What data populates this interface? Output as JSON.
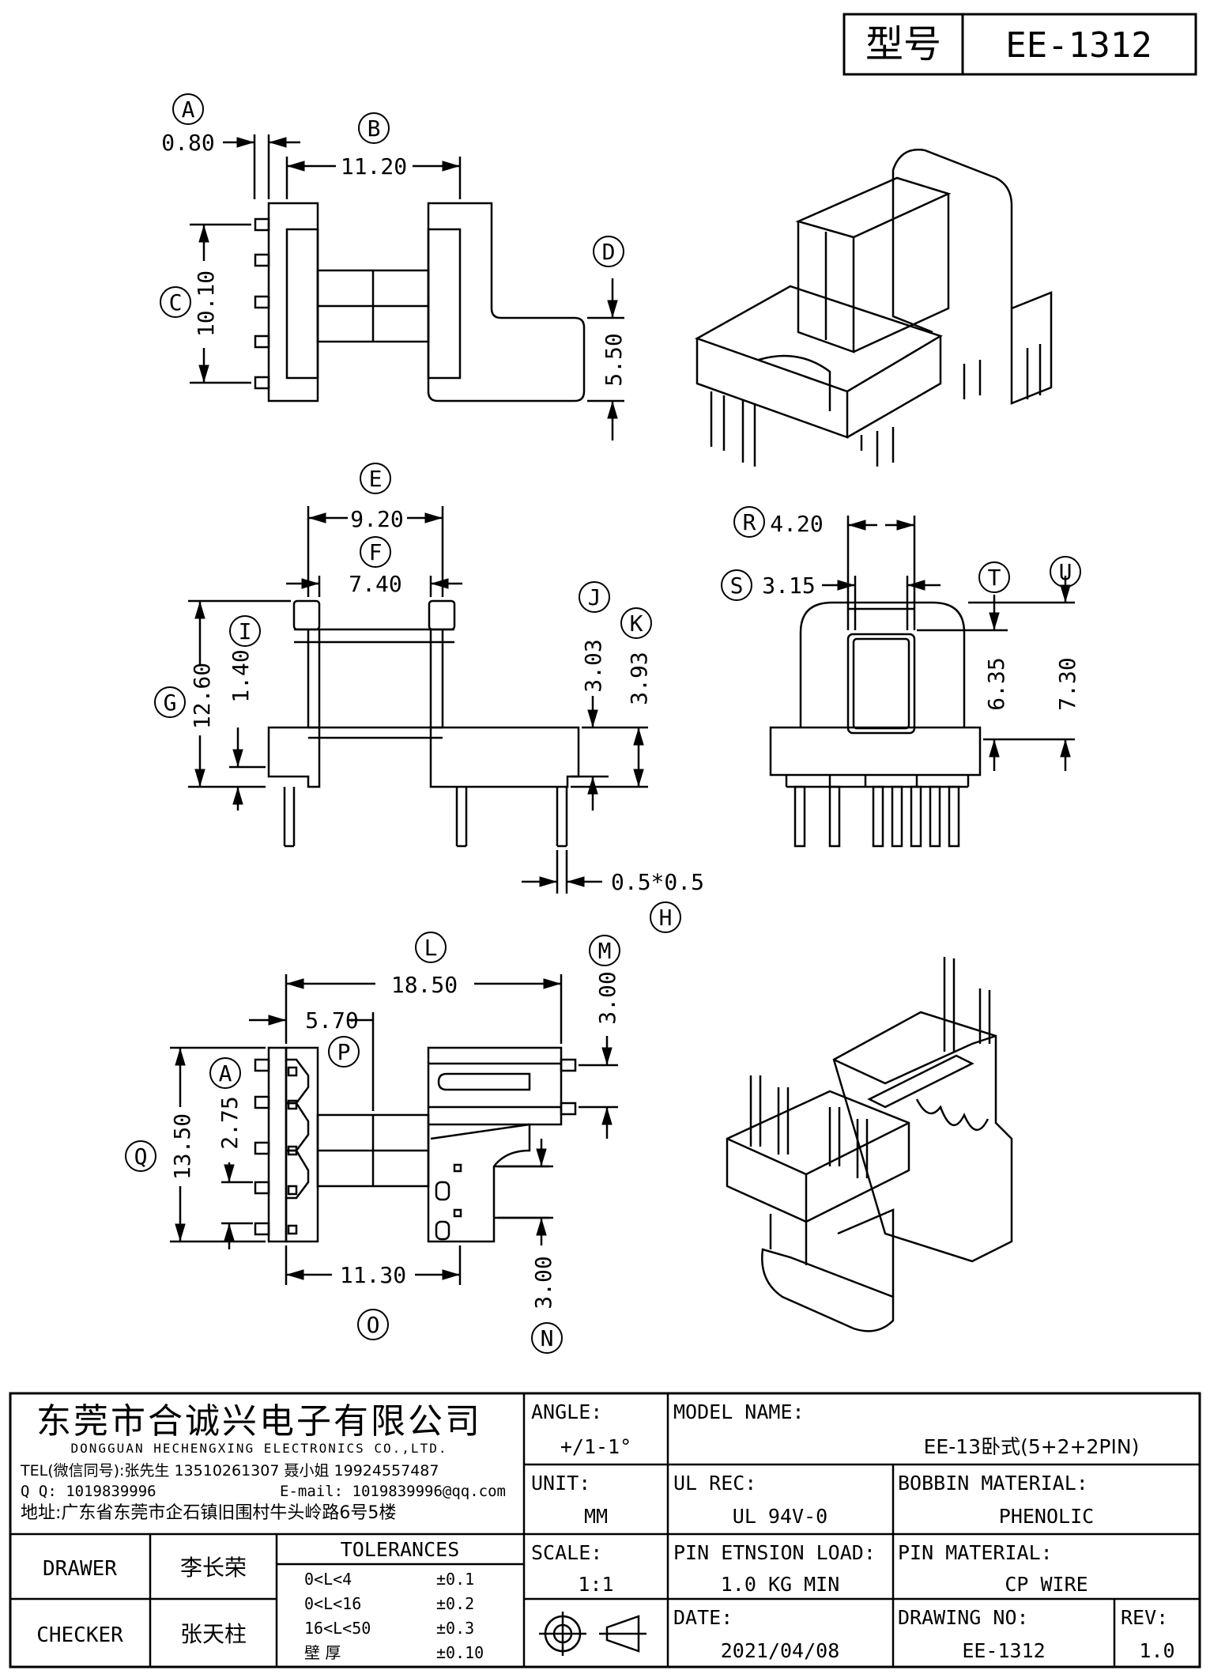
{
  "header": {
    "model_label": "型号",
    "model_value": "EE-1312"
  },
  "dimensions": {
    "A": "0.80",
    "B": "11.20",
    "C": "10.10",
    "D": "5.50",
    "E": "9.20",
    "F": "7.40",
    "G": "12.60",
    "I": "1.40",
    "J": "3.03",
    "K": "3.93",
    "H": "0.5*0.5",
    "R": "4.20",
    "S": "3.15",
    "T": "6.35",
    "U": "7.30",
    "L": "18.50",
    "P": "5.70",
    "M": "3.00",
    "A2": "2.75",
    "Q": "13.50",
    "O": "11.30",
    "N": "3.00"
  },
  "markers": {
    "A": "A",
    "B": "B",
    "C": "C",
    "D": "D",
    "E": "E",
    "F": "F",
    "G": "G",
    "H": "H",
    "I": "I",
    "J": "J",
    "K": "K",
    "L": "L",
    "M": "M",
    "N": "N",
    "O": "O",
    "P": "P",
    "Q": "Q",
    "R": "R",
    "S": "S",
    "T": "T",
    "U": "U"
  },
  "company": {
    "name_cn": "东莞市合诚兴电子有限公司",
    "name_en": "DONGGUAN HECHENGXING ELECTRONICS CO.,LTD.",
    "tel": "TEL(微信同号):张先生 13510261307 聂小姐 19924557487",
    "qq": "Q Q: 1019839996",
    "email": "E-mail: 1019839996@qq.com",
    "address": "地址:广东省东莞市企石镇旧围村牛头岭路6号5楼"
  },
  "titleblock": {
    "angle_label": "ANGLE:",
    "angle_value": "+/1-1°",
    "model_name_label": "MODEL NAME:",
    "model_name_value": "EE-13卧式(5+2+2PIN)",
    "unit_label": "UNIT:",
    "unit_value": "MM",
    "ul_label": "UL REC:",
    "ul_value": "UL 94V-0",
    "bobbin_label": "BOBBIN MATERIAL:",
    "bobbin_value": "PHENOLIC",
    "drawer_label": "DRAWER",
    "drawer_value": "李长荣",
    "tolerances_label": "TOLERANCES",
    "tol_rows": [
      {
        "range": "0<L<4",
        "value": "±0.1"
      },
      {
        "range": "0<L<16",
        "value": "±0.2"
      },
      {
        "range": "16<L<50",
        "value": "±0.3"
      },
      {
        "range": "壁  厚",
        "value": "±0.10"
      }
    ],
    "scale_label": "SCALE:",
    "scale_value": "1:1",
    "pin_load_label": "PIN ETNSION LOAD:",
    "pin_load_value": "1.0 KG MIN",
    "pin_material_label": "PIN MATERIAL:",
    "pin_material_value": "CP WIRE",
    "checker_label": "CHECKER",
    "checker_value": "张天柱",
    "date_label": "DATE:",
    "date_value": "2021/04/08",
    "drawing_no_label": "DRAWING NO:",
    "drawing_no_value": "EE-1312",
    "rev_label": "REV:",
    "rev_value": "1.0"
  }
}
